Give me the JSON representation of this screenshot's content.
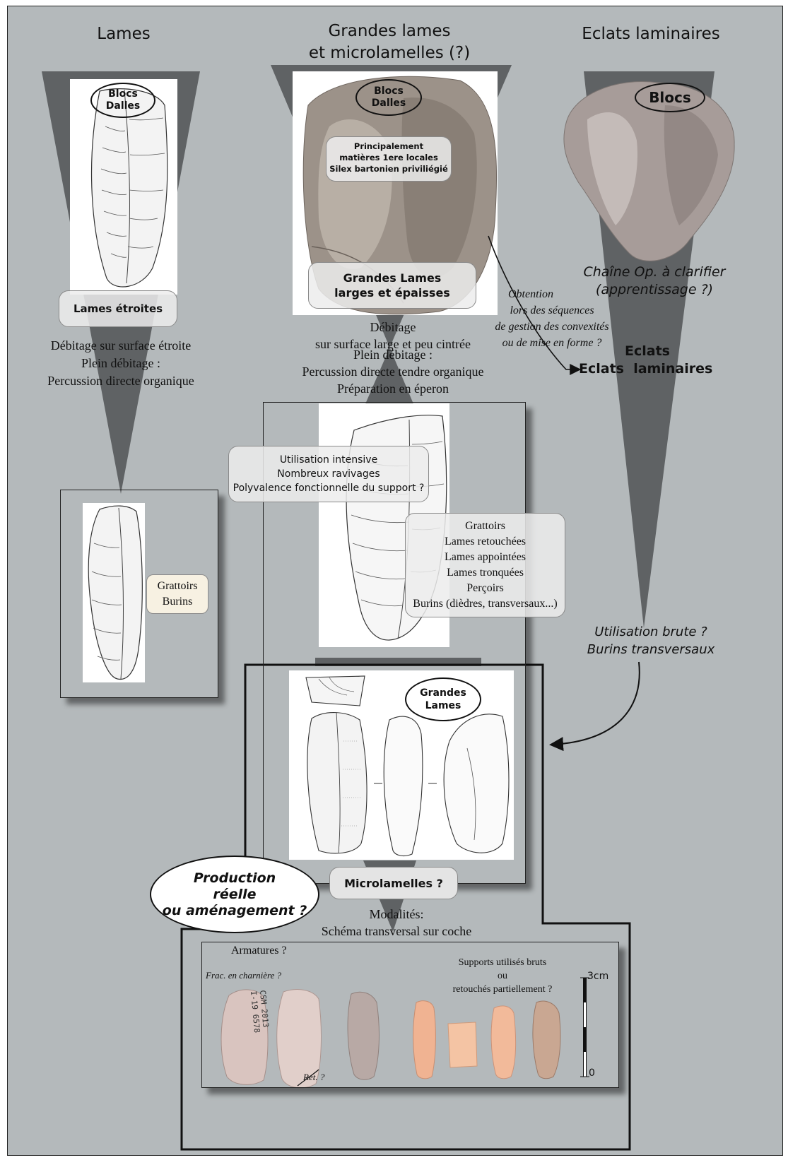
{
  "columns": [
    {
      "title_lines": [
        "Lames"
      ]
    },
    {
      "title_lines": [
        "Grandes lames",
        "et microlamelles (?)"
      ]
    },
    {
      "title_lines": [
        "Eclats laminaires"
      ]
    }
  ],
  "left": {
    "oval_lines": [
      "Blocs",
      "Dalles"
    ],
    "badge": "Lames étroites",
    "debitage_lines": [
      "Débitage sur surface étroite",
      "Plein débitage :",
      "Percussion directe organique"
    ],
    "tools_lines": [
      "Grattoirs",
      "Burins"
    ]
  },
  "middle": {
    "oval_lines": [
      "Blocs",
      "Dalles"
    ],
    "materials_lines": [
      "Principalement",
      "matières 1ere locales",
      "Silex bartonien priviliégié"
    ],
    "badge_lines": [
      "Grandes Lames",
      "larges et épaisses"
    ],
    "debitage_lines": [
      "Débitage",
      "sur surface large et peu cintrée",
      "Plein débitage :",
      "Percussion directe tendre organique",
      "Préparation en éperon"
    ],
    "usage_lines": [
      "Utilisation intensive",
      "Nombreux ravivages",
      "Polyvalence fonctionnelle du support ?"
    ],
    "tools_lines": [
      "Grattoirs",
      "Lames retouchées",
      "Lames appointées",
      "Lames tronquées",
      "Perçoirs",
      "Burins (dièdres, transversaux...)"
    ],
    "grandes_lames_oval_lines": [
      "Grandes",
      "Lames"
    ],
    "microlamelles_badge": "Microlamelles ?",
    "production_oval_lines": [
      "Production",
      "réelle",
      "ou aménagement ?"
    ],
    "modalites_lines": [
      "Modalités:",
      "Schéma transversal sur coche"
    ]
  },
  "right": {
    "oval": "Blocs",
    "chaine_lines": [
      "Chaîne Op. à clarifier",
      "(apprentissage ?)"
    ],
    "obtention_lines": [
      "Obtention",
      "lors des séquences",
      "de gestion des convexités",
      "ou de mise en forme ?"
    ],
    "eclats": "Eclats",
    "eclats_laminaires": "Eclats  laminaires",
    "utilisation_lines": [
      "Utilisation brute ?",
      "Burins transversaux"
    ]
  },
  "bottom": {
    "armatures": "Armatures ?",
    "frac": "Frac. en charnière ?",
    "ret": "Ret. ?",
    "supports_lines": [
      "Supports utilisés bruts",
      "ou",
      "retouchés partiellement ?"
    ],
    "scale_top": "3cm",
    "scale_bottom": "0",
    "specimen_label": "CSM 2013 I-19 6578"
  },
  "colors": {
    "board": "#b4b9bb",
    "cone": "#5f6264",
    "panel": "#ebe6c6",
    "bubble": "rgba(236,236,236,0.85)"
  }
}
